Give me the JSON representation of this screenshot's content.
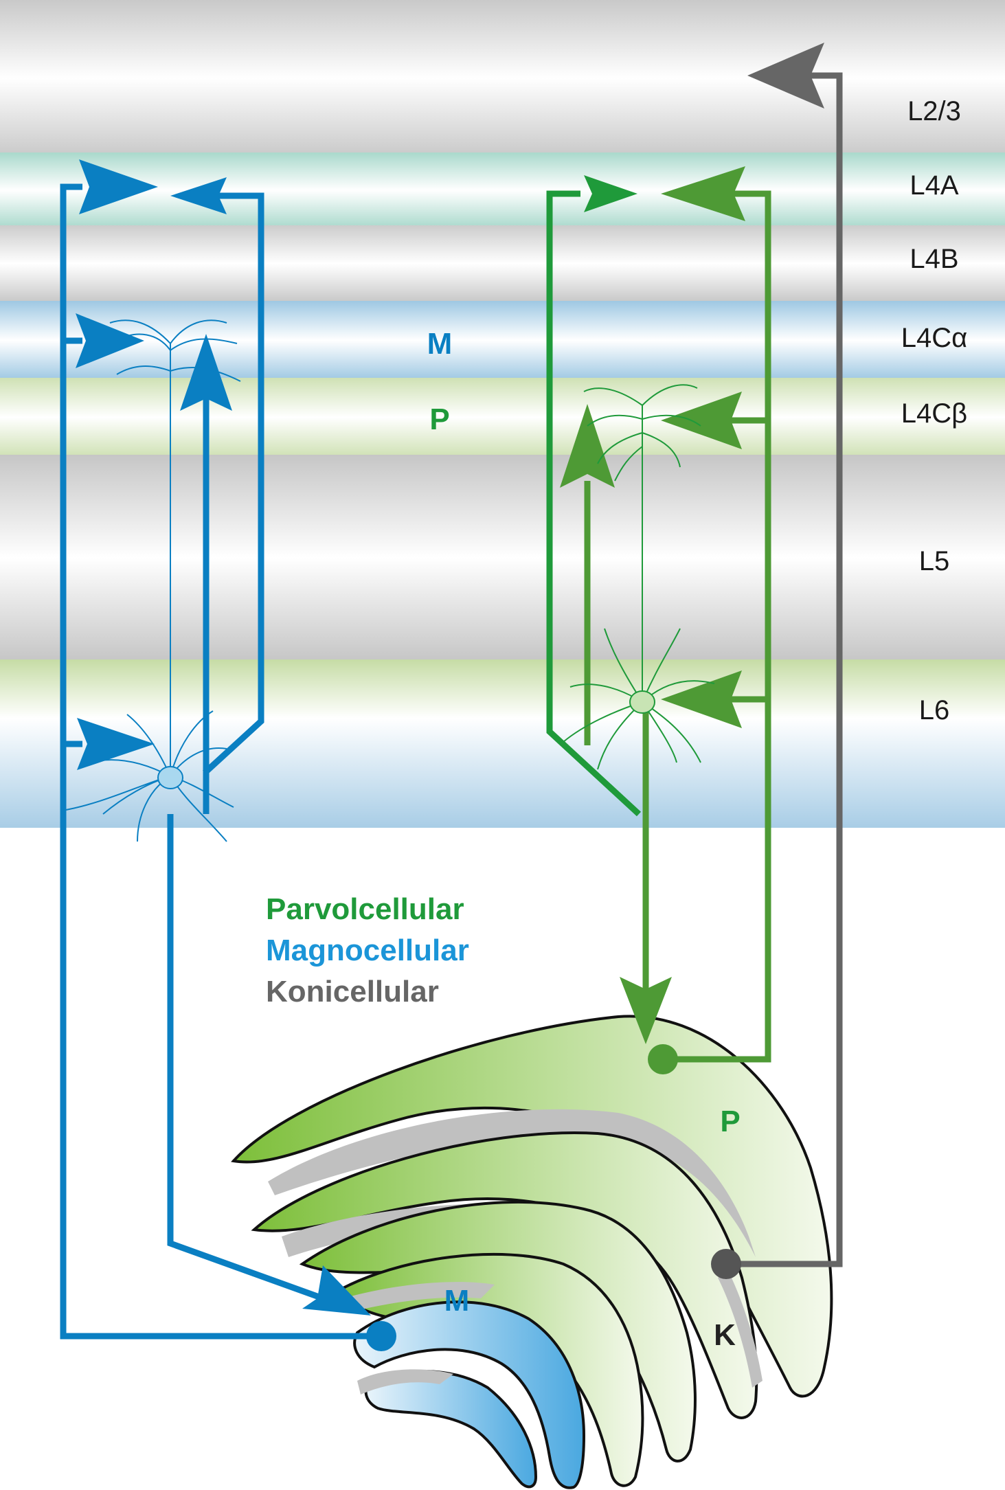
{
  "colors": {
    "magno": "#0a7fc2",
    "parvo_dark": "#1f9a3a",
    "parvo": "#4e9a35",
    "konio": "#666666",
    "label": "#1a1a1a"
  },
  "layers": [
    {
      "id": "l23",
      "label": "L2/3",
      "tint": "#e2e2e2"
    },
    {
      "id": "l4a",
      "label": "L4A",
      "tint": "#d3ecea"
    },
    {
      "id": "l4b",
      "label": "L4B",
      "tint": "#dedede"
    },
    {
      "id": "l4calpha",
      "label": "L4Cα",
      "tint": "#c7dff0"
    },
    {
      "id": "l4cbeta",
      "label": "L4Cβ",
      "tint": "#e4efd4"
    },
    {
      "id": "l5",
      "label": "L5",
      "tint": "#dcdcdc"
    },
    {
      "id": "l6",
      "label": "L6",
      "tint": "#dcebc8"
    }
  ],
  "cortex_labels": {
    "magno": "M",
    "parvo": "P"
  },
  "lgn_labels": {
    "parvo": "P",
    "magno": "M",
    "konio": "K"
  },
  "legend": {
    "parvo": "Parvolcellular",
    "magno": "Magnocellular",
    "konio": "Konicellular"
  }
}
